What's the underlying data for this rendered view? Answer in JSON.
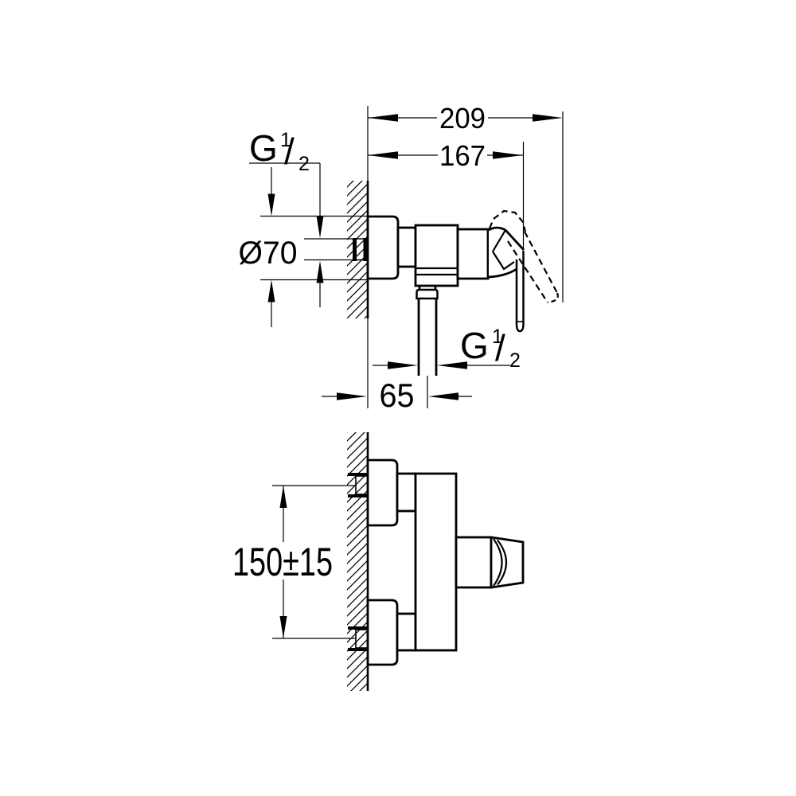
{
  "drawing": {
    "background_color": "#ffffff",
    "line_color": "#000000",
    "side_view": {
      "dim_overall_projection": "209",
      "dim_projection_to_lever": "167",
      "dim_escutcheon_diameter": "Ø70",
      "dim_outlet_offset": "65",
      "inlet_thread": {
        "letter": "G",
        "numerator": "1",
        "slash": "/",
        "denominator": "2"
      },
      "outlet_thread": {
        "letter": "G",
        "numerator": "1",
        "slash": "/",
        "denominator": "2"
      }
    },
    "front_view": {
      "dim_connection_spacing": "150±15"
    }
  }
}
